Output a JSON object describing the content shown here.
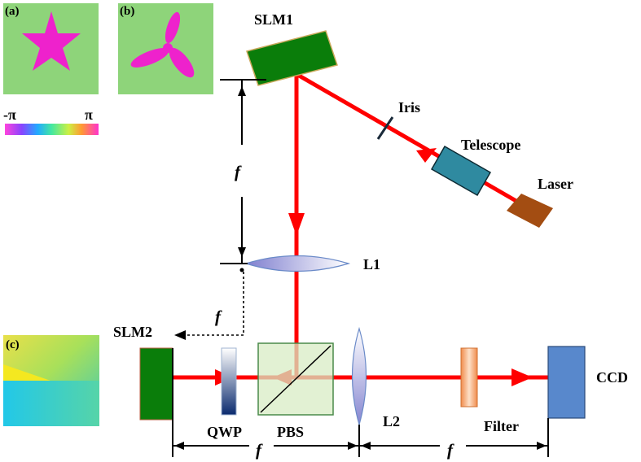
{
  "panels": {
    "a": "(a)",
    "b": "(b)",
    "c": "(c)"
  },
  "colorbar": {
    "min_label": "-π",
    "max_label": "π"
  },
  "components": {
    "slm1": "SLM1",
    "iris": "Iris",
    "telescope": "Telescope",
    "laser": "Laser",
    "l1": "L1",
    "slm2": "SLM2",
    "qwp": "QWP",
    "pbs": "PBS",
    "l2": "L2",
    "filter": "Filter",
    "ccd": "CCD"
  },
  "distances": {
    "f_vertical": "f",
    "f_dashed": "f",
    "f_bottom_left": "f",
    "f_bottom_right": "f"
  },
  "colors": {
    "beam": "#ff0000",
    "panel_background": "#8ed47a",
    "star": "#ee22cc",
    "slm": "#0a7d0a",
    "telescope": "#2f8aa0",
    "laser": "#a34d12",
    "ccd": "#5888cc",
    "pbs": "#d8ecc4"
  }
}
